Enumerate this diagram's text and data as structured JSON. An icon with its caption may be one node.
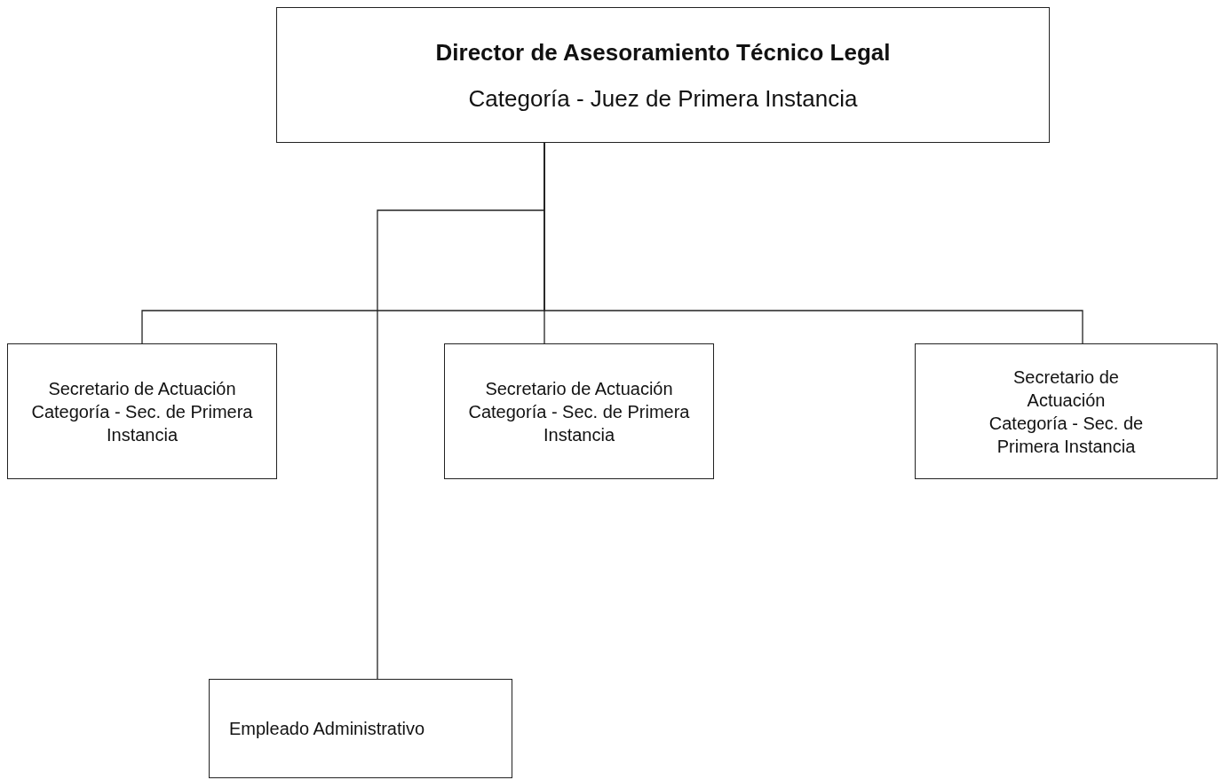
{
  "diagram": {
    "nodes": [
      {
        "text": [
          "Director de Asesoramiento Técnico Legal",
          "Categoría - Juez de Primera Instancia"
        ]
      },
      {
        "text": [
          "Secretario de Actuación",
          "Categoría - Sec. de Primera Instancia"
        ]
      },
      {
        "text": [
          "Secretario de Actuación",
          "Categoría - Sec. de Primera Instancia"
        ]
      },
      {
        "text": [
          "Secretario de Actuación",
          "Categoría - Sec. de Primera Instancia"
        ]
      },
      {
        "text": [
          "Empleado Administrativo"
        ]
      }
    ],
    "edges": [
      {
        "from": 0,
        "to": 1,
        "arrow": "none"
      },
      {
        "from": 0,
        "to": 2,
        "arrow": "none"
      },
      {
        "from": 0,
        "to": 3,
        "arrow": "none"
      },
      {
        "from": 0,
        "to": 4,
        "arrow": "none"
      }
    ]
  }
}
